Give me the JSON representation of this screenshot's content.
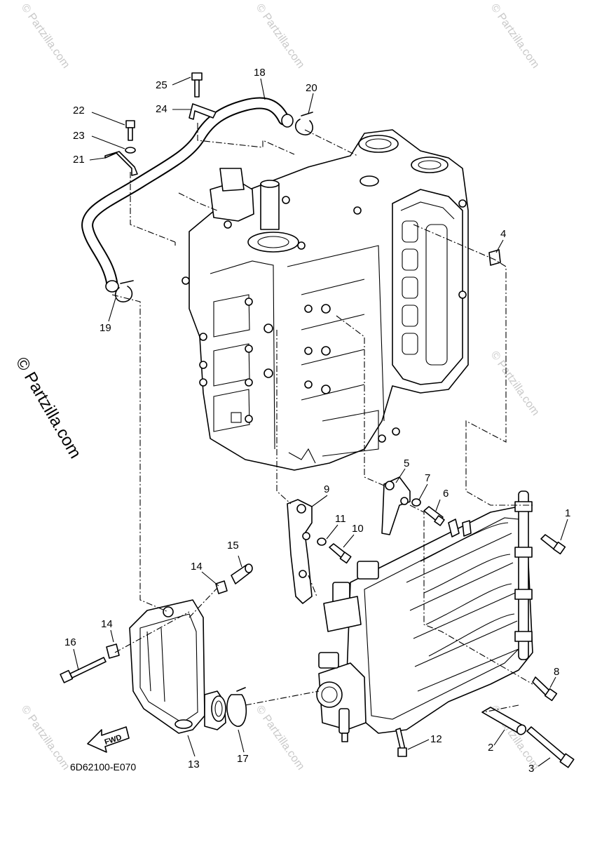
{
  "callouts": [
    "1",
    "2",
    "3",
    "4",
    "5",
    "6",
    "7",
    "8",
    "9",
    "10",
    "11",
    "12",
    "13",
    "14",
    "14",
    "15",
    "16",
    "17",
    "18",
    "19",
    "20",
    "21",
    "22",
    "23",
    "24",
    "25"
  ],
  "diagram_code": "6D62100-E070",
  "fwd_label": "FWD",
  "watermark_vertical": "© Partzilla.com",
  "watermark_small": "© Partzilla.com"
}
